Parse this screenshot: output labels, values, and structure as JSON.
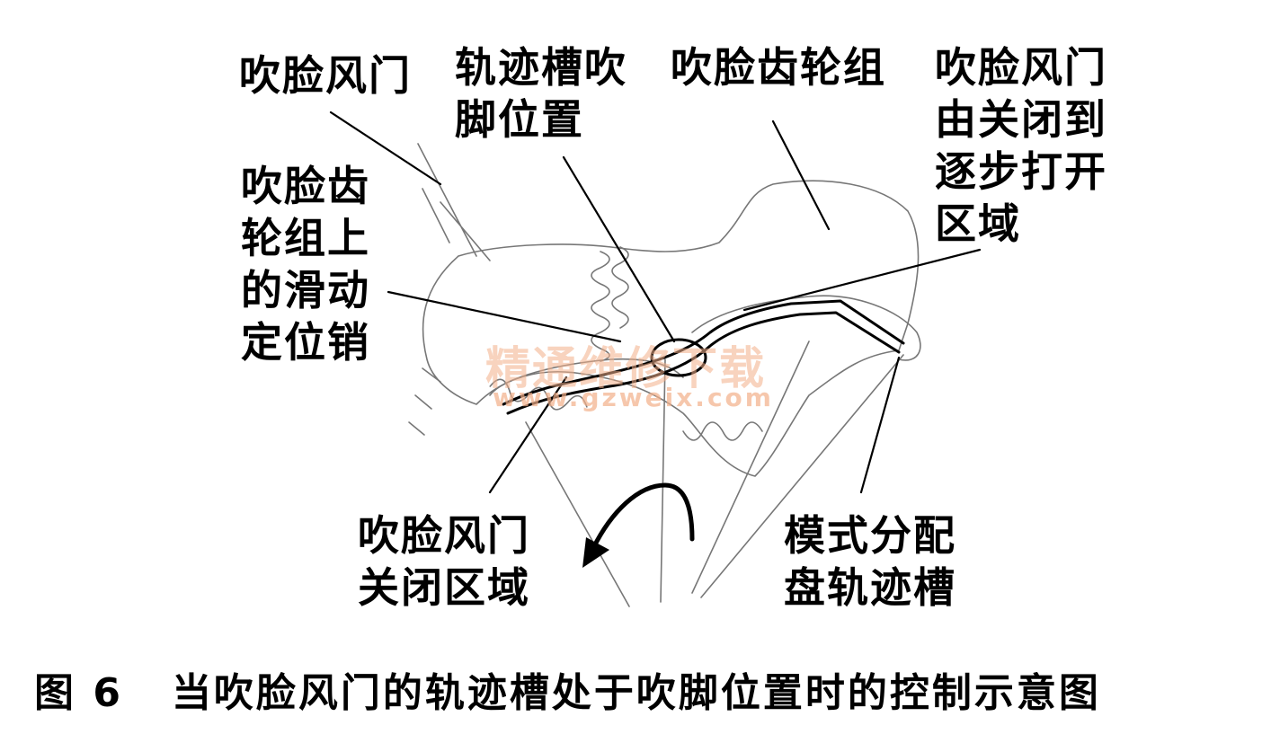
{
  "labels": {
    "top_left_damper": [
      "吹脸风门"
    ],
    "track_foot_position": [
      "轨迹槽吹",
      "脚位置"
    ],
    "face_gear_set": [
      "吹脸齿轮组"
    ],
    "damper_opening_area": [
      "吹脸风门",
      "由关闭到",
      "逐步打开",
      "区域"
    ],
    "sliding_pin": [
      "吹脸齿",
      "轮组上",
      "的滑动",
      "定位销"
    ],
    "damper_closed_area": [
      "吹脸风门",
      "关闭区域"
    ],
    "mode_disc_track": [
      "模式分配",
      "盘轨迹槽"
    ]
  },
  "caption": {
    "figure_number": "图 6",
    "text": "当吹脸风门的轨迹槽处于吹脚位置时的控制示意图"
  },
  "watermark": {
    "chinese": "精通维修下载",
    "url": "www.gzweix.com"
  }
}
